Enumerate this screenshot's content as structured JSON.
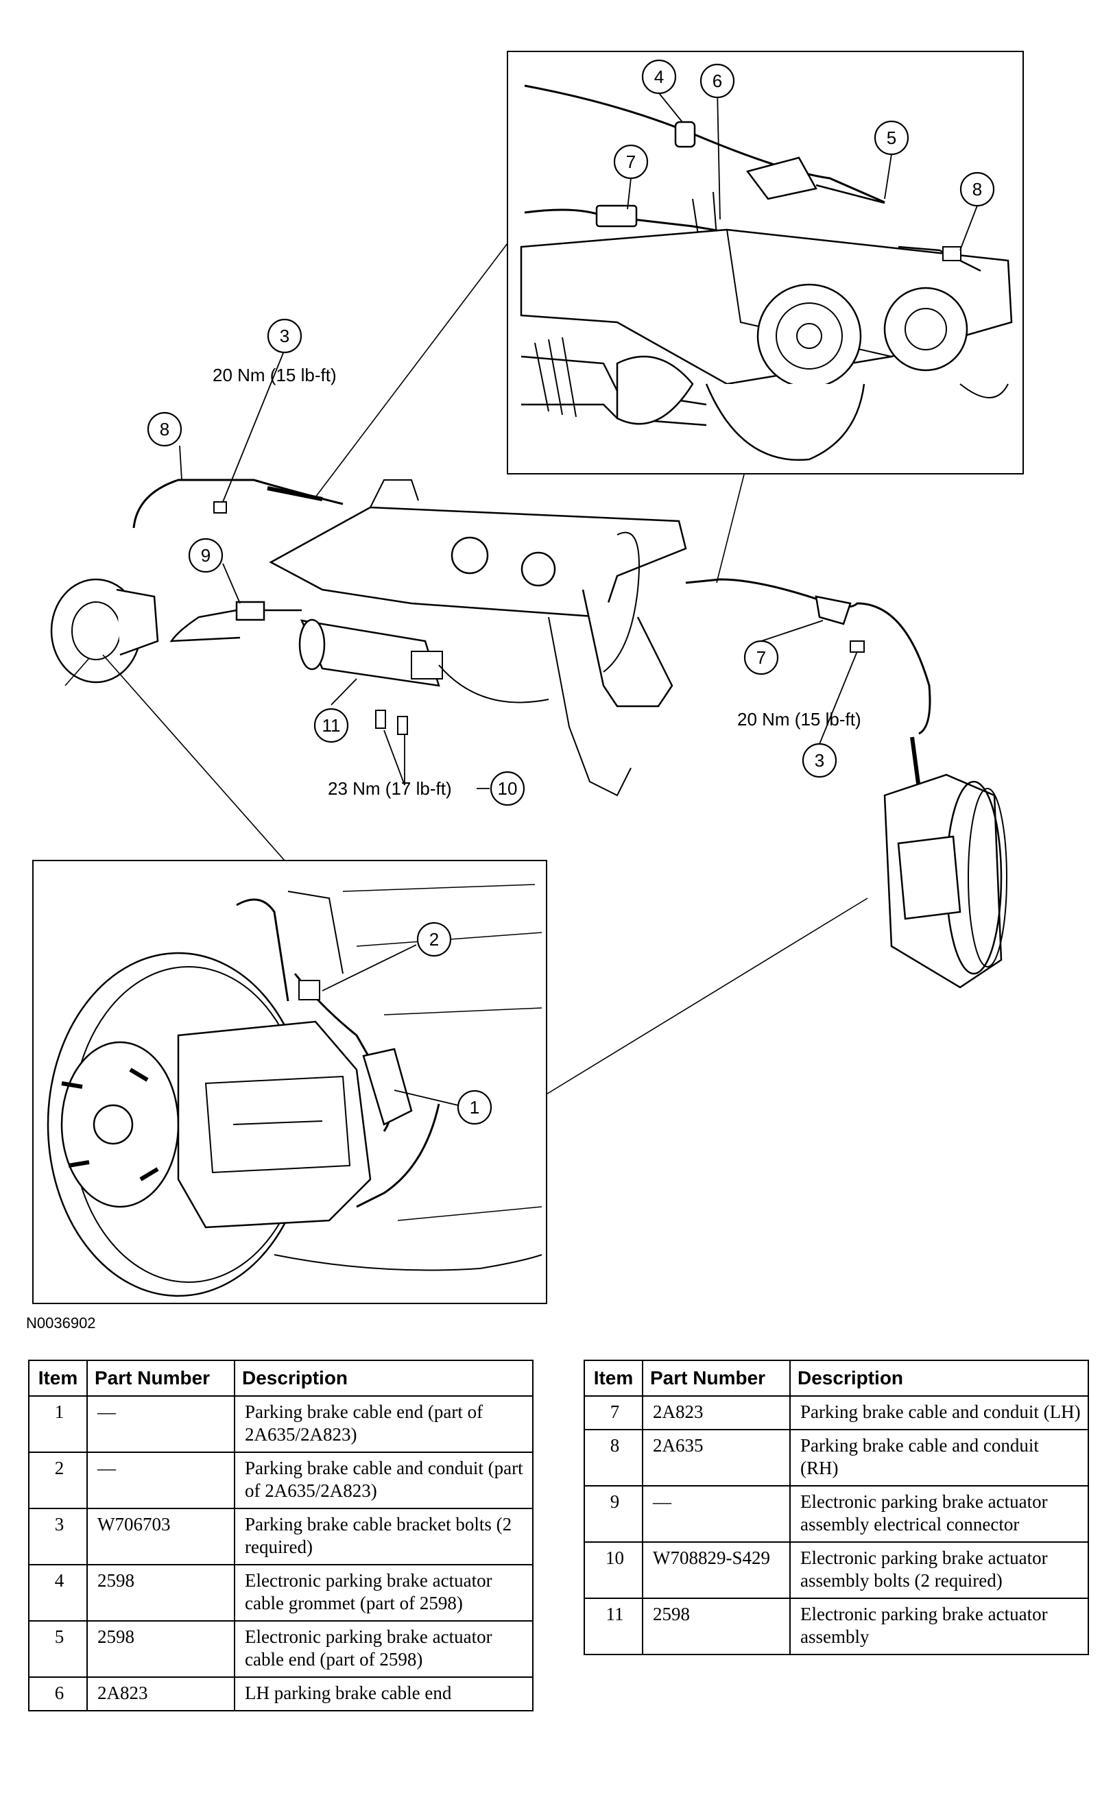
{
  "figure_id": "N0036902",
  "callouts": {
    "c1": "1",
    "c2": "2",
    "c3a": "3",
    "c3b": "3",
    "c4": "4",
    "c5": "5",
    "c6": "6",
    "c7a": "7",
    "c7b": "7",
    "c8a": "8",
    "c8b": "8",
    "c9": "9",
    "c10": "10",
    "c11": "11"
  },
  "torque_labels": {
    "upper_left": "20 Nm (15 lb-ft)",
    "right": "20 Nm (15 lb-ft)",
    "actuator_bolts": "23 Nm (17 lb-ft)"
  },
  "table_headers": {
    "item": "Item",
    "part_number": "Part Number",
    "description": "Description"
  },
  "parts_left": [
    {
      "item": "1",
      "part_number": "—",
      "description": "Parking brake cable end (part of 2A635/2A823)"
    },
    {
      "item": "2",
      "part_number": "—",
      "description": "Parking brake cable and conduit (part of 2A635/2A823)"
    },
    {
      "item": "3",
      "part_number": "W706703",
      "description": "Parking brake cable bracket bolts (2 required)"
    },
    {
      "item": "4",
      "part_number": "2598",
      "description": "Electronic parking brake actuator cable grommet (part of 2598)"
    },
    {
      "item": "5",
      "part_number": "2598",
      "description": "Electronic parking brake actuator cable end (part of 2598)"
    },
    {
      "item": "6",
      "part_number": "2A823",
      "description": "LH parking brake cable end"
    }
  ],
  "parts_right": [
    {
      "item": "7",
      "part_number": "2A823",
      "description": "Parking brake cable and conduit (LH)"
    },
    {
      "item": "8",
      "part_number": "2A635",
      "description": "Parking brake cable and conduit (RH)"
    },
    {
      "item": "9",
      "part_number": "—",
      "description": "Electronic parking brake actuator assembly electrical connector"
    },
    {
      "item": "10",
      "part_number": "W708829-S429",
      "description": "Electronic parking brake actuator assembly bolts (2 required)"
    },
    {
      "item": "11",
      "part_number": "2598",
      "description": "Electronic parking brake actuator assembly"
    }
  ]
}
